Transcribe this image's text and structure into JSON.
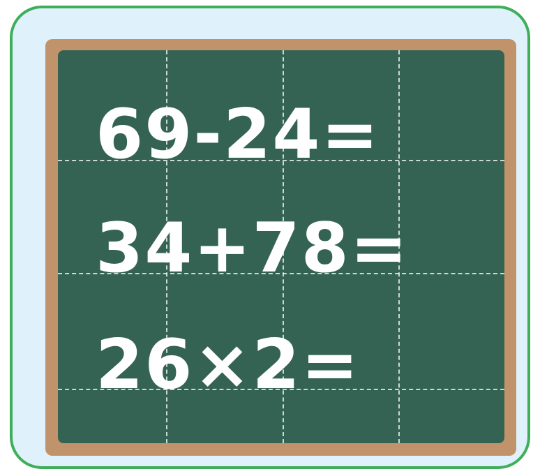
{
  "board": {
    "equations": [
      {
        "text": "69-24="
      },
      {
        "text": "34+78="
      },
      {
        "text": "26×2="
      }
    ]
  },
  "colors": {
    "card_border": "#3fae5a",
    "card_background": "#dff1fb",
    "board_frame": "#c1936a",
    "chalkboard": "#356353",
    "chalk": "#ffffff"
  }
}
